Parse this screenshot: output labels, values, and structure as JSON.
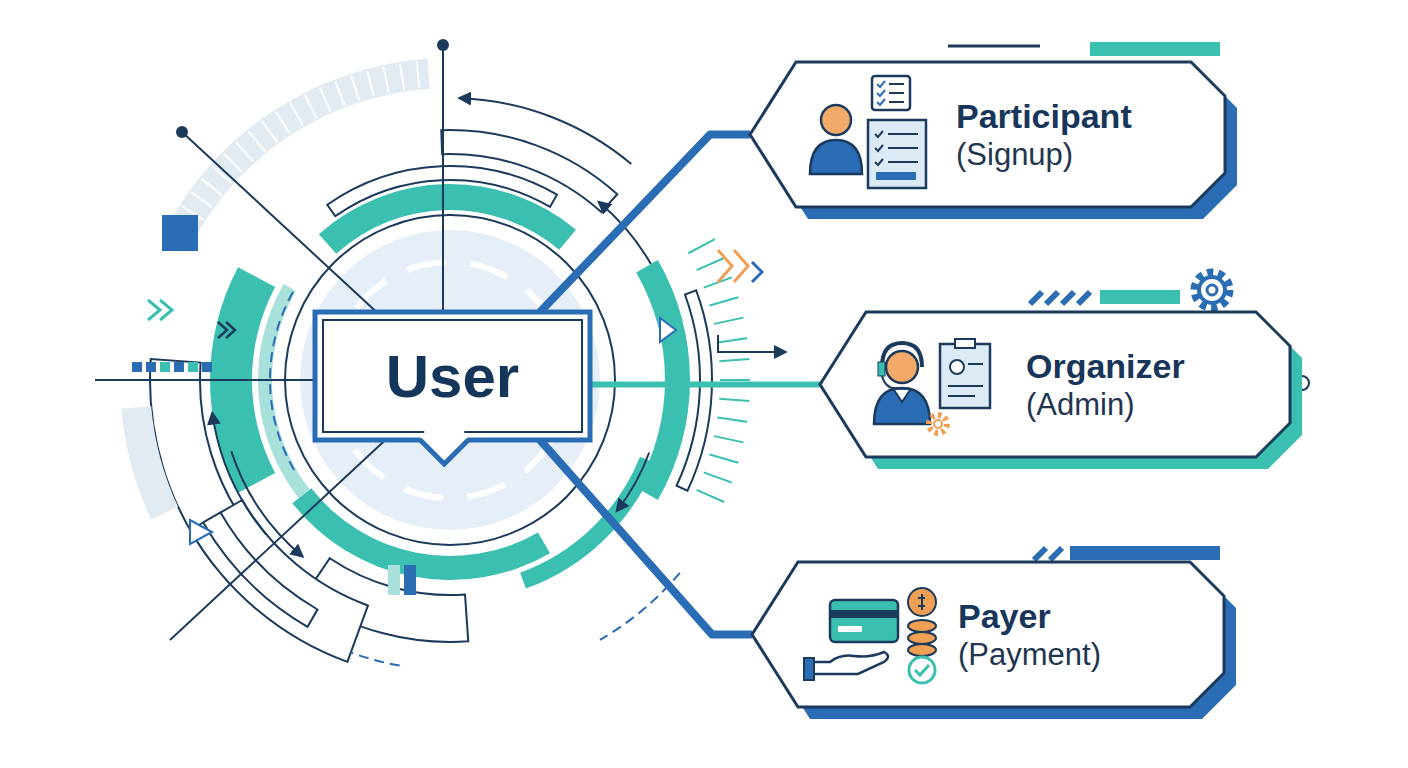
{
  "diagram": {
    "nodes": [
      {
        "text": [
          "User"
        ]
      },
      {
        "text": [
          "Participant",
          "(Signup)"
        ]
      },
      {
        "text": [
          "Organizer",
          "(Admin)"
        ]
      },
      {
        "text": [
          "Payer",
          "(Payment)"
        ]
      }
    ],
    "edges": [
      {
        "from": 0,
        "to": 1,
        "arrow": "none"
      },
      {
        "from": 0,
        "to": 2,
        "arrow": "none"
      },
      {
        "from": 0,
        "to": 3,
        "arrow": "none"
      }
    ]
  }
}
